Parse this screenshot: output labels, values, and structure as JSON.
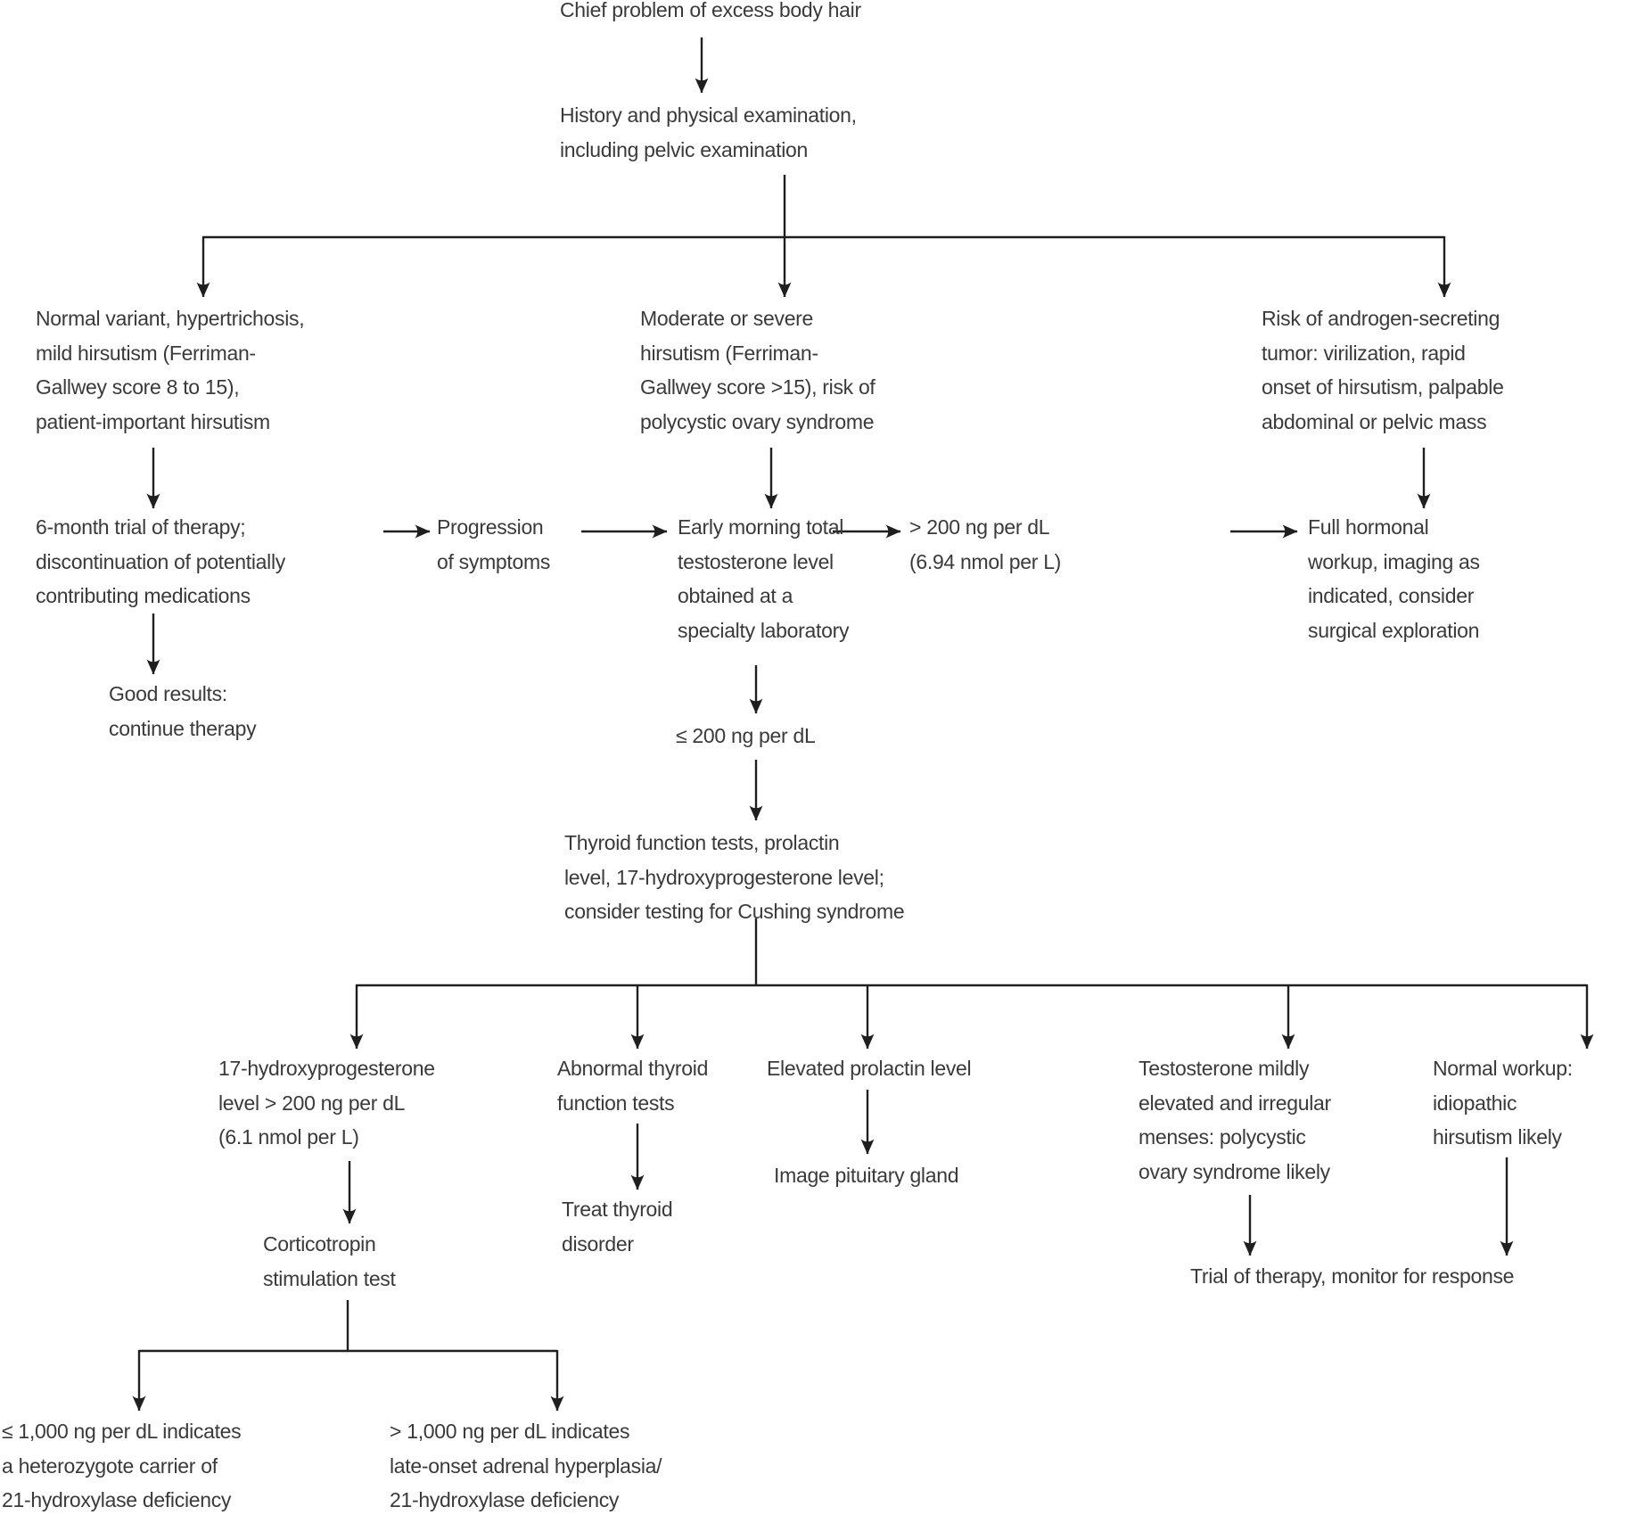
{
  "diagram": {
    "type": "flowchart",
    "colors": {
      "background": "#ffffff",
      "text": "#3a3a3a",
      "line": "#1f1f1f"
    },
    "nodes": {
      "chief": {
        "text": "Chief problem of excess body hair"
      },
      "history": {
        "text": "History and physical examination,\nincluding pelvic examination"
      },
      "normal_variant": {
        "text": "Normal variant, hypertrichosis,\nmild hirsutism (Ferriman-\nGallwey score 8 to 15),\npatient-important hirsutism"
      },
      "moderate": {
        "text": "Moderate or severe\nhirsutism (Ferriman-\nGallwey score >15), risk of\npolycystic ovary syndrome"
      },
      "risk_tumor": {
        "text": "Risk of androgen-secreting\ntumor: virilization, rapid\nonset of hirsutism, palpable\nabdominal or pelvic mass"
      },
      "six_month": {
        "text": "6-month trial of therapy;\ndiscontinuation of potentially\ncontributing medications"
      },
      "progression": {
        "text": "Progression\nof symptoms"
      },
      "early_morning": {
        "text": "Early morning total\ntestosterone level\nobtained at a\nspecialty laboratory"
      },
      "gt200": {
        "text": "> 200 ng per dL\n(6.94 nmol per L)"
      },
      "full_workup": {
        "text": "Full hormonal\nworkup, imaging as\nindicated, consider\nsurgical exploration"
      },
      "good_results": {
        "text": "Good results:\ncontinue therapy"
      },
      "le200": {
        "text": "≤ 200 ng per dL"
      },
      "thyroid_tests": {
        "text": "Thyroid function tests, prolactin\nlevel, 17-hydroxyprogesterone level;\nconsider testing for Cushing syndrome"
      },
      "ohp_elevated": {
        "text": "17-hydroxyprogesterone\nlevel > 200 ng per dL\n(6.1 nmol per L)"
      },
      "abnormal_thyroid": {
        "text": "Abnormal thyroid\nfunction tests"
      },
      "elevated_prolactin": {
        "text": "Elevated prolactin level"
      },
      "testosterone_mild": {
        "text": "Testosterone mildly\nelevated and irregular\nmenses: polycystic\novary syndrome likely"
      },
      "normal_workup": {
        "text": "Normal workup:\nidiopathic\nhirsutism likely"
      },
      "corticotropin": {
        "text": "Corticotropin\nstimulation test"
      },
      "treat_thyroid": {
        "text": "Treat thyroid\ndisorder"
      },
      "image_pituitary": {
        "text": "Image pituitary gland"
      },
      "trial_therapy": {
        "text": "Trial of therapy, monitor for response"
      },
      "le1000": {
        "text": "≤ 1,000 ng per dL indicates\na heterozygote carrier of\n21-hydroxylase deficiency"
      },
      "gt1000": {
        "text": "> 1,000 ng per dL indicates\nlate-onset adrenal hyperplasia/\n21-hydroxylase deficiency"
      }
    }
  }
}
